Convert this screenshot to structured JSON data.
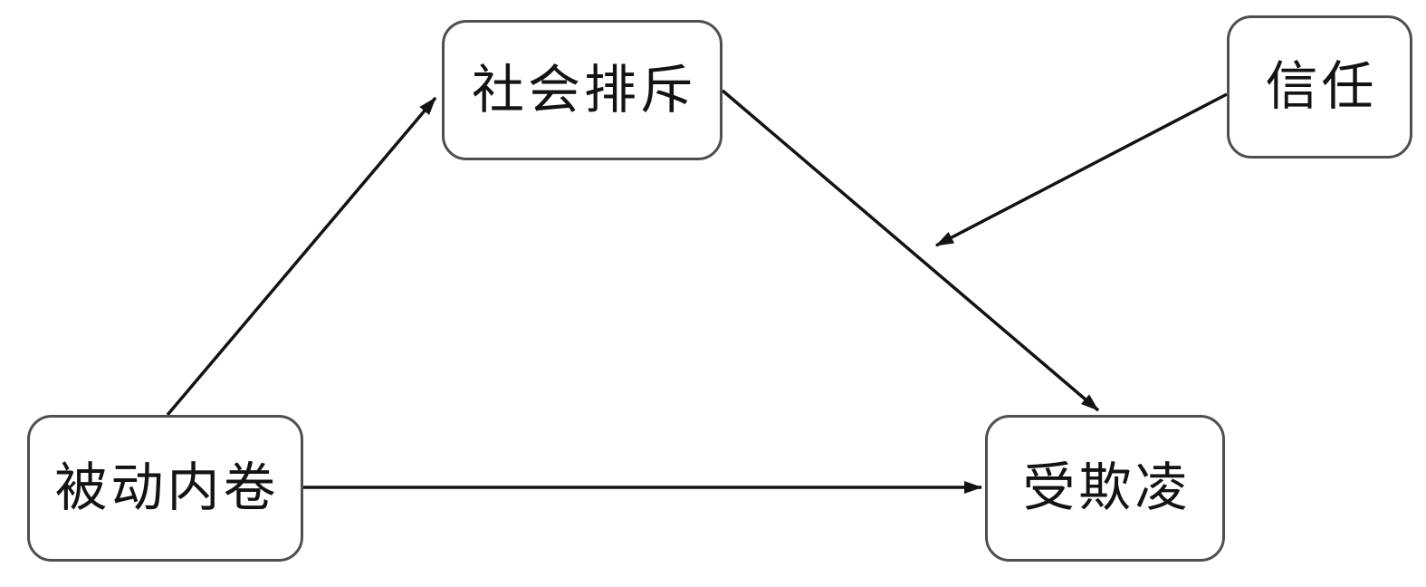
{
  "diagram": {
    "type": "path-model",
    "background_color": "#ffffff",
    "box_border_color": "#4f4f4f",
    "arrow_color": "#131313",
    "text_color": "#131313",
    "nodes": [
      {
        "id": "social-exclusion",
        "label": "社会排斥",
        "role": "mediator"
      },
      {
        "id": "trust",
        "label": "信任",
        "role": "moderator"
      },
      {
        "id": "passive-involution",
        "label": "被动内卷",
        "role": "predictor"
      },
      {
        "id": "bullying",
        "label": "受欺凌",
        "role": "outcome"
      }
    ],
    "edges": [
      {
        "from": "passive-involution",
        "to": "social-exclusion",
        "type": "direct"
      },
      {
        "from": "social-exclusion",
        "to": "bullying",
        "type": "direct"
      },
      {
        "from": "passive-involution",
        "to": "bullying",
        "type": "direct"
      },
      {
        "from": "trust",
        "to": "edge:social-exclusion->bullying",
        "type": "moderation"
      }
    ]
  }
}
